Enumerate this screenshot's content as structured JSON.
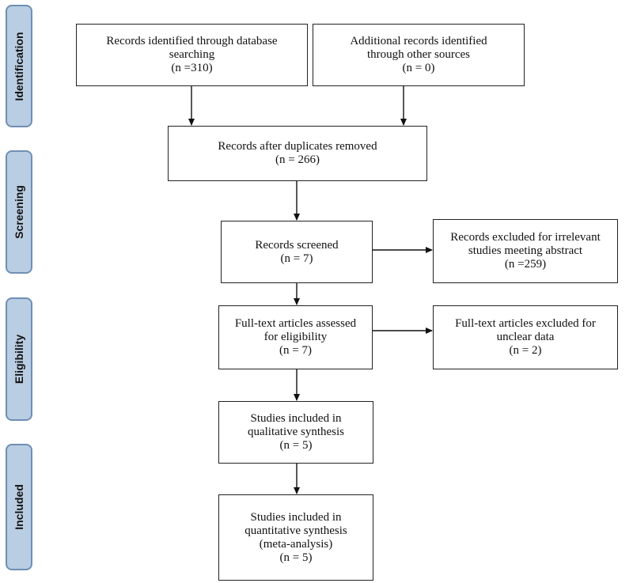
{
  "phases": {
    "identification": "Identification",
    "screening": "Screening",
    "eligibility": "Eligibility",
    "included": "Included"
  },
  "boxes": {
    "db_search": {
      "line1": "Records identified through database",
      "line2": "searching",
      "line3": "(n =310)"
    },
    "other_sources": {
      "line1": "Additional records identified",
      "line2": "through other sources",
      "line3": "(n = 0)"
    },
    "duplicates_removed": {
      "line1": "Records after duplicates removed",
      "line2": "(n = 266)"
    },
    "screened": {
      "line1": "Records screened",
      "line2": "(n = 7)"
    },
    "excluded_irrelevant": {
      "line1": "Records excluded for irrelevant",
      "line2": "studies meeting abstract",
      "line3": "(n =259)"
    },
    "fulltext_assessed": {
      "line1": "Full-text articles assessed",
      "line2": "for eligibility",
      "line3": "(n = 7)"
    },
    "fulltext_excluded": {
      "line1": "Full-text articles excluded for",
      "line2": "unclear data",
      "line3": "(n = 2)"
    },
    "qualitative": {
      "line1": "Studies included in",
      "line2": "qualitative synthesis",
      "line3": "(n = 5)"
    },
    "quantitative": {
      "line1": "Studies included in",
      "line2": "quantitative synthesis",
      "line3": "(meta-analysis)",
      "line4": "(n = 5)"
    }
  }
}
